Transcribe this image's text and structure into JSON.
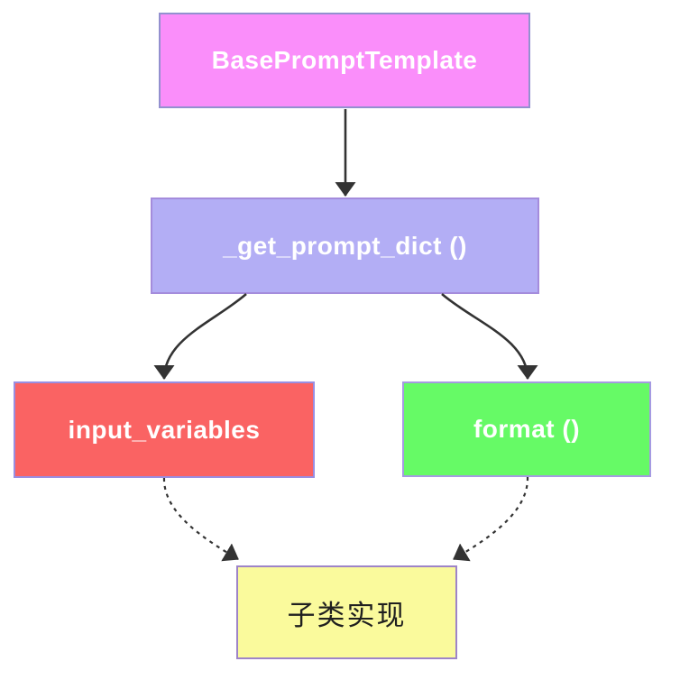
{
  "diagram": {
    "type": "flowchart",
    "background": "#ffffff",
    "edge_color": "#333333",
    "nodes": {
      "basePromptTemplate": {
        "label": "BasePromptTemplate",
        "fill": "#fa8efa",
        "border": "#9390cf",
        "text_color": "#ffffff"
      },
      "getPromptDict": {
        "label": "_get_prompt_dict ()",
        "fill": "#b3aef5",
        "border": "#a48cdc",
        "text_color": "#ffffff"
      },
      "inputVariables": {
        "label": "input_variables",
        "fill": "#fa6363",
        "border": "#998ee2",
        "text_color": "#ffffff"
      },
      "format": {
        "label": "format ()",
        "fill": "#66fa66",
        "border": "#a59ae2",
        "text_color": "#ffffff"
      },
      "subclassImplementation": {
        "label": "子类实现",
        "fill": "#fafa9c",
        "border": "#9e84c8",
        "text_color": "#1f1f1f"
      }
    },
    "edges": [
      {
        "from": "basePromptTemplate",
        "to": "getPromptDict",
        "style": "solid"
      },
      {
        "from": "getPromptDict",
        "to": "inputVariables",
        "style": "solid"
      },
      {
        "from": "getPromptDict",
        "to": "format",
        "style": "solid"
      },
      {
        "from": "inputVariables",
        "to": "subclassImplementation",
        "style": "dashed"
      },
      {
        "from": "format",
        "to": "subclassImplementation",
        "style": "dashed"
      }
    ]
  }
}
